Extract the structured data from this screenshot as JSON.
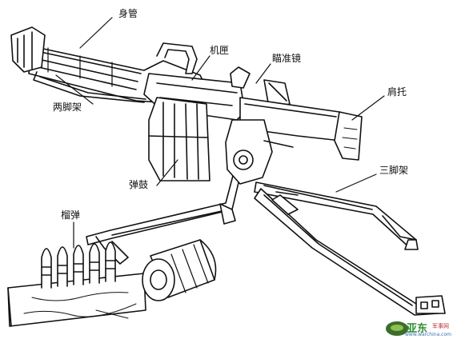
{
  "labels": {
    "barrel": "身管",
    "receiver": "机匣",
    "sight": "瞄准镜",
    "stock": "肩托",
    "bipod": "两脚架",
    "drum": "弹鼓",
    "tripod": "三脚架",
    "grenades": "榴弹"
  },
  "watermark": {
    "main": "亚东",
    "tag": "军事网",
    "url": "www.warchina.com"
  }
}
